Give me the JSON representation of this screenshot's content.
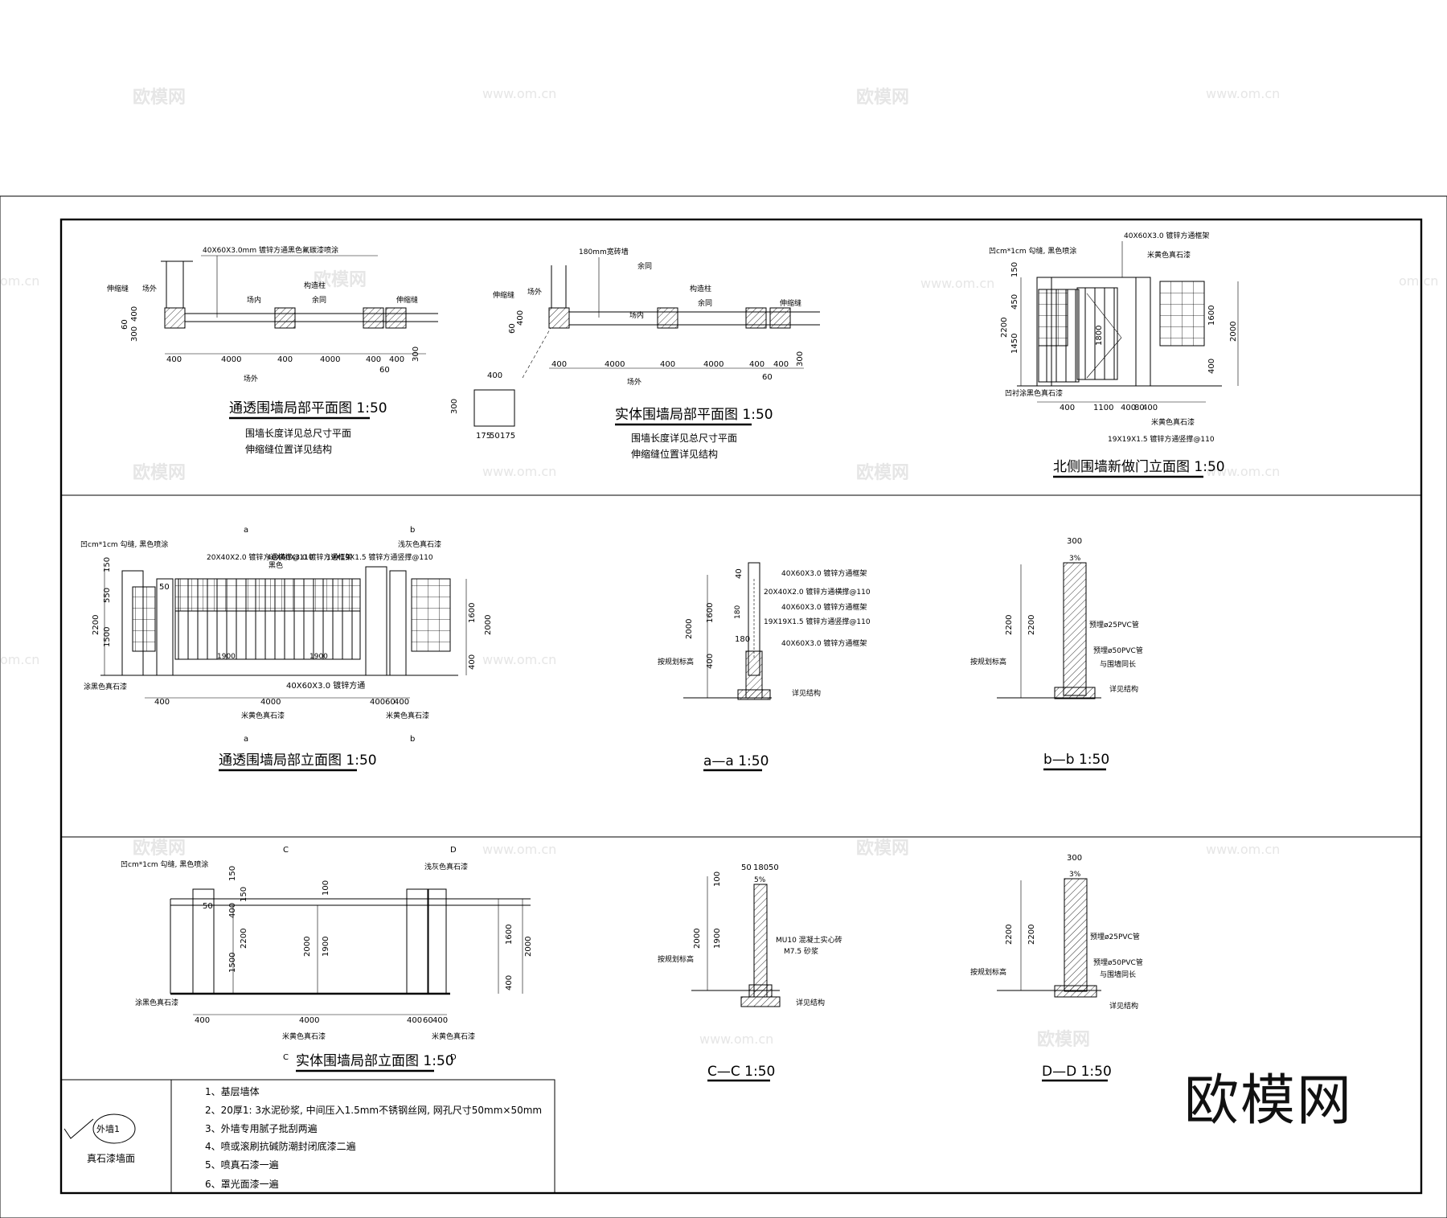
{
  "watermarks": {
    "brand": "欧模网",
    "site": "www.om.cn",
    "site_alt": "om.cn"
  },
  "logo_text": "欧模网",
  "drawings": {
    "plan_open": {
      "title": "通透围墙局部平面图 1:50",
      "notes": [
        "围墙长度详见总尺寸平面",
        "伸缩缝位置详见结构"
      ],
      "labels": {
        "tube": "40X60X3.0mm 镀锌方通黑色氟碳漆喷涂",
        "joint": "伸缩缝",
        "outside": "场外",
        "inside": "场内",
        "column": "构造柱",
        "same": "余同",
        "joint2": "伸缩缝",
        "outside_bottom": "场外"
      },
      "dims": [
        "400",
        "4000",
        "400",
        "4000",
        "400",
        "400",
        "60",
        "300",
        "60",
        "400",
        "300"
      ]
    },
    "plan_solid": {
      "title": "实体围墙局部平面图 1:50",
      "notes": [
        "围墙长度详见总尺寸平面",
        "伸缩缝位置详见结构"
      ],
      "labels": {
        "wall": "180mm宽砖墙",
        "same": "余同",
        "joint": "伸缩缝",
        "outside": "场外",
        "inside": "场内",
        "column": "构造柱",
        "same2": "余同",
        "joint2": "伸缩缝",
        "outside_bottom": "场外"
      },
      "dims": [
        "400",
        "4000",
        "400",
        "4000",
        "400",
        "400",
        "60",
        "300",
        "400",
        "300",
        "175",
        "50",
        "175",
        "60",
        "400"
      ]
    },
    "gate_elev": {
      "title": "北侧围墙新做门立面图 1:50",
      "labels": {
        "groove": "凹cm*1cm 勾缝, 黑色喷涂",
        "frame": "40X60X3.0 镀锌方通框架",
        "paint": "米黄色真石漆",
        "base": "凹衬涂黑色真石漆",
        "paint2": "米黄色真石漆",
        "bar": "19X19X1.5 镀锌方通竖撑@110"
      },
      "dims": [
        "150",
        "450",
        "2200",
        "1450",
        "1800",
        "2000",
        "1600",
        "400",
        "400",
        "1100",
        "400",
        "80",
        "400"
      ]
    },
    "elev_open": {
      "title": "通透围墙局部立面图 1:50",
      "labels": {
        "groove": "凹cm*1cm 勾缝, 黑色喷涂",
        "sec_a": "a",
        "sec_b": "b",
        "bar1": "20X40X2.0 镀锌方通横撑@110",
        "frame": "40X60X3.0 镀锌方通框架",
        "bar2": "19X19X1.5 镀锌方通竖撑@110",
        "paint_grey": "浅灰色真石漆",
        "base": "涂黑色真石漆",
        "tube": "40X60X3.0 镀锌方通",
        "paint": "米黄色真石漆",
        "paint2": "米黄色真石漆",
        "color": "黑色"
      },
      "dims": [
        "150",
        "550",
        "2200",
        "1500",
        "50",
        "1900",
        "1900",
        "1600",
        "2000",
        "400",
        "400",
        "4000",
        "400",
        "60",
        "400"
      ]
    },
    "sec_aa": {
      "title": "a—a 1:50",
      "labels": {
        "l1": "40X60X3.0 镀锌方通框架",
        "l2": "20X40X2.0 镀锌方通横撑@110",
        "l3": "40X60X3.0 镀锌方通框架",
        "l4": "19X19X1.5 镀锌方通竖撑@110",
        "l5": "40X60X3.0 镀锌方通框架",
        "grade": "按规划标高",
        "struct": "详见结构"
      },
      "dims": [
        "40",
        "2000",
        "1600",
        "180",
        "400",
        "180"
      ]
    },
    "sec_bb": {
      "title": "b—b 1:50",
      "labels": {
        "pvc1": "预埋ø25PVC管",
        "pvc2": "预埋ø50PVC管",
        "same_len": "与围墙同长",
        "grade": "按规划标高",
        "struct": "详见结构"
      },
      "dims": [
        "300",
        "3%",
        "2200"
      ]
    },
    "elev_solid": {
      "title": "实体围墙局部立面图 1:50",
      "labels": {
        "groove": "凹cm*1cm 勾缝, 黑色喷涂",
        "sec_c": "C",
        "sec_d": "D",
        "paint_grey": "浅灰色真石漆",
        "base": "涂黑色真石漆",
        "paint": "米黄色真石漆",
        "paint2": "米黄色真石漆"
      },
      "dims": [
        "150",
        "50",
        "150",
        "400",
        "2200",
        "1500",
        "100",
        "2000",
        "1900",
        "1600",
        "2000",
        "400",
        "400",
        "4000",
        "400",
        "60",
        "400"
      ]
    },
    "sec_cc": {
      "title": "C—C 1:50",
      "labels": {
        "brick": "MU10 混凝土实心砖",
        "mortar": "M7.5 砂浆",
        "grade": "按规划标高",
        "struct": "详见结构"
      },
      "dims": [
        "50",
        "180",
        "50",
        "5%",
        "100",
        "2000",
        "1900"
      ]
    },
    "sec_dd": {
      "title": "D—D 1:50",
      "labels": {
        "pvc1": "预埋ø25PVC管",
        "pvc2": "预埋ø50PVC管",
        "same_len": "与围墙同长",
        "grade": "按规划标高",
        "struct": "详见结构"
      },
      "dims": [
        "300",
        "3%",
        "2200"
      ]
    }
  },
  "legend": {
    "tag": "外墙1",
    "name": "真石漆墙面",
    "steps": [
      "1、基层墙体",
      "2、20厚1: 3水泥砂浆, 中间压入1.5mm不锈钢丝网, 网孔尺寸50mm×50mm",
      "3、外墙专用腻子批刮两遍",
      "4、喷或滚刷抗碱防潮封闭底漆二遍",
      "5、喷真石漆一遍",
      "6、罩光面漆一遍"
    ]
  }
}
